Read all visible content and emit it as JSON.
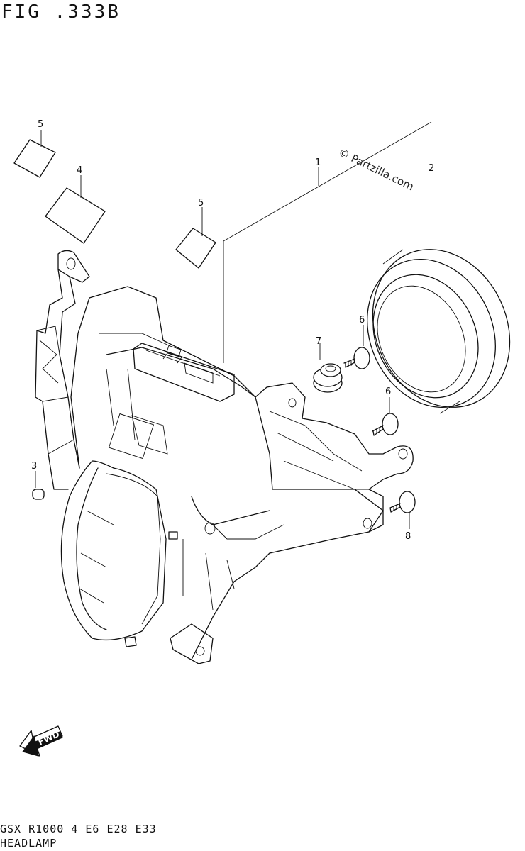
{
  "header": {
    "figure_label": "FIG .333B"
  },
  "watermark": {
    "text": "© Partzilla.com"
  },
  "callouts": [
    "1",
    "2",
    "3",
    "4",
    "5",
    "5",
    "6",
    "6",
    "7",
    "8"
  ],
  "fwd_arrow": {
    "label": "FWD"
  },
  "footer": {
    "model_code": "GSX R1000 4_E6_E28_E33",
    "section_name": "HEADLAMP"
  }
}
